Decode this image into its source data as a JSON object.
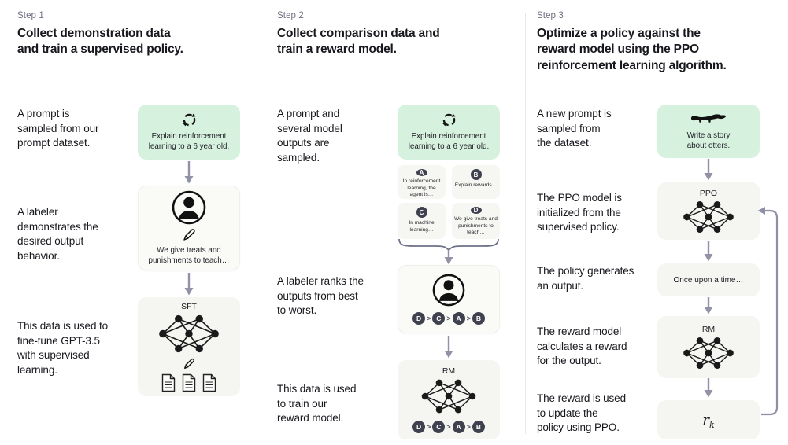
{
  "colors": {
    "prompt_box_green": "#d7f1df",
    "model_box_gray": "#f5f5f2",
    "badge_dark": "#40414f",
    "arrow_gray": "#9292a6"
  },
  "step1": {
    "step_label": "Step 1",
    "title": "Collect demonstration data\nand train a supervised policy.",
    "s1_text": "A prompt is\nsampled from our\nprompt dataset.",
    "prompt_caption": "Explain reinforcement\nlearning to a 6 year old.",
    "s2_text": "A labeler\ndemonstrates the\ndesired output\nbehavior.",
    "labeler_caption": "We give treats and\npunishments to teach…",
    "s3_text": "This data is used to\nfine-tune GPT-3.5\nwith supervised\nlearning.",
    "model_label": "SFT"
  },
  "step2": {
    "step_label": "Step 2",
    "title": "Collect comparison data and\ntrain a reward model.",
    "s1_text": "A prompt and\nseveral model\noutputs are\nsampled.",
    "prompt_caption": "Explain reinforcement\nlearning to a 6 year old.",
    "outputs": {
      "a_letter": "A",
      "a_text": "In reinforcement\nlearning, the\nagent is…",
      "b_letter": "B",
      "b_text": "Explain rewards…",
      "c_letter": "C",
      "c_text": "In machine\nlearning…",
      "d_letter": "D",
      "d_text": "We give treats and\npunishments to\nteach…"
    },
    "s2_text": "A labeler ranks the\noutputs from best\nto worst.",
    "ranking": {
      "r1": "D",
      "r2": "C",
      "r3": "A",
      "r4": "B",
      "sep": ">"
    },
    "s3_text": "This data is used\nto train our\nreward model.",
    "model_label": "RM"
  },
  "step3": {
    "step_label": "Step 3",
    "title": "Optimize a policy against the\nreward model using the PPO\nreinforcement learning algorithm.",
    "s1_text": "A new prompt is\nsampled from\nthe dataset.",
    "prompt_caption": "Write a story\nabout otters.",
    "s2_text": "The PPO model is\ninitialized from the\nsupervised policy.",
    "ppo_label": "PPO",
    "s3_text": "The policy generates\nan output.",
    "output_text": "Once upon a time…",
    "s4_text": "The reward model\ncalculates a reward\nfor the output.",
    "rm_label": "RM",
    "s5_text": "The reward is used\nto update the\npolicy using PPO.",
    "reward_base": "r",
    "reward_sub": "k"
  }
}
